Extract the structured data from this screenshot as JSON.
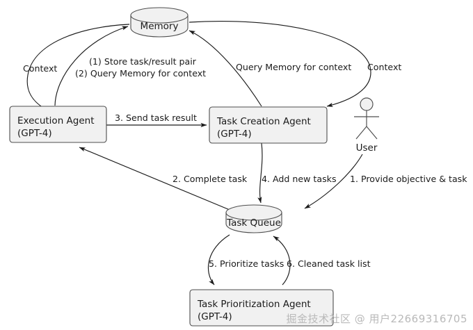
{
  "diagram": {
    "type": "flow-diagram",
    "background_color": "#ffffff",
    "node_fill": "#f1f1f1",
    "node_stroke": "#4d4d4d",
    "edge_color": "#1a1a1a",
    "nodes": [
      {
        "id": "memory",
        "shape": "cylinder",
        "label": "Memory"
      },
      {
        "id": "execution_agent",
        "shape": "rect",
        "label_line1": "Execution Agent",
        "label_line2": "(GPT-4)"
      },
      {
        "id": "task_creation_agent",
        "shape": "rect",
        "label_line1": "Task Creation Agent",
        "label_line2": "(GPT-4)"
      },
      {
        "id": "task_queue",
        "shape": "cylinder",
        "label": "Task Queue"
      },
      {
        "id": "task_prioritization_agent",
        "shape": "rect",
        "label_line1": "Task Prioritization Agent",
        "label_line2": "(GPT-4)"
      },
      {
        "id": "user",
        "shape": "actor",
        "label": "User"
      }
    ],
    "edges": [
      {
        "id": "memory_to_execution",
        "from": "memory",
        "to": "execution_agent",
        "label": "Context"
      },
      {
        "id": "execution_to_memory",
        "from": "execution_agent",
        "to": "memory",
        "label_line1": "(1) Store task/result pair",
        "label_line2": "(2) Query Memory for context"
      },
      {
        "id": "creation_to_memory",
        "from": "task_creation_agent",
        "to": "memory",
        "label": "Query Memory for context"
      },
      {
        "id": "memory_to_creation",
        "from": "memory",
        "to": "task_creation_agent",
        "label": "Context"
      },
      {
        "id": "execution_to_creation",
        "from": "execution_agent",
        "to": "task_creation_agent",
        "label": "3. Send task result"
      },
      {
        "id": "queue_to_execution",
        "from": "task_queue",
        "to": "execution_agent",
        "label": "2. Complete task"
      },
      {
        "id": "creation_to_queue",
        "from": "task_creation_agent",
        "to": "task_queue",
        "label": "4. Add new tasks"
      },
      {
        "id": "user_to_queue",
        "from": "user",
        "to": "task_queue",
        "label": "1. Provide objective & task"
      },
      {
        "id": "queue_to_prioritization",
        "from": "task_queue",
        "to": "task_prioritization_agent",
        "label": "5. Prioritize tasks"
      },
      {
        "id": "prioritization_to_queue",
        "from": "task_prioritization_agent",
        "to": "task_queue",
        "label": "6. Cleaned task list"
      }
    ]
  },
  "watermark": {
    "text": "掘金技术社区 @ 用户22669316705"
  }
}
